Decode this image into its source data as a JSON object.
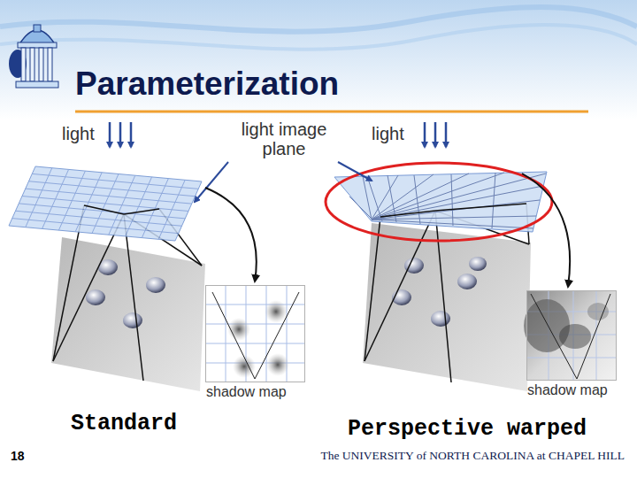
{
  "diagram": {
    "title": "Parameterization",
    "nodes": [
      {
        "text": [
          "shadow map"
        ]
      },
      {
        "text": [
          "shadow map"
        ]
      }
    ],
    "labels": [
      "light",
      "light image plane",
      "light",
      "Standard",
      "Perspective warped",
      "18",
      "The UNIVERSITY of NORTH CAROLINA at CHAPEL HILL"
    ]
  }
}
